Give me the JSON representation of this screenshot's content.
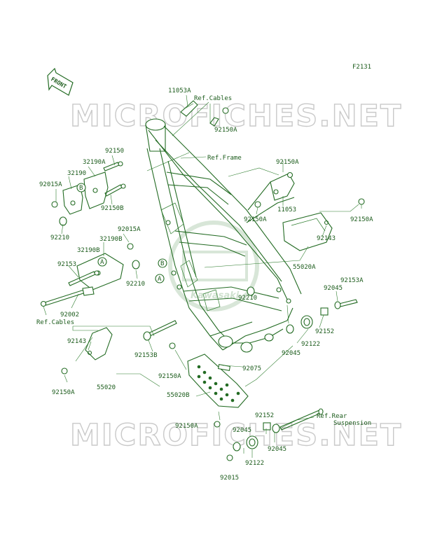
{
  "figure_code": "F2131",
  "front_label": "FRONT",
  "watermark": "MICROFICHES.NET",
  "center_logo": "Kawasaki",
  "labels": {
    "p11053A": "11053A",
    "refCablesTop": "Ref.Cables",
    "p92150A_a": "92150A",
    "refFrame": "Ref.Frame",
    "p92150": "92150",
    "p32190A": "32190A",
    "p32190": "32190",
    "p92015A_a": "92015A",
    "p92150B": "92150B",
    "p92210_a": "92210",
    "p92015A_b": "92015A",
    "p32190B": "32190B",
    "p92153": "92153",
    "p92210_b": "92210",
    "p92002": "92002",
    "refCablesLeft": "Ref.Cables",
    "p92143_a": "92143",
    "p92150A_b": "92150A",
    "p55020": "55020",
    "p92153B": "92153B",
    "p92150A_c": "92150A",
    "p55020B": "55020B",
    "p92150A_d": "92150A",
    "p92045_a": "92045",
    "p92122_a": "92122",
    "p92015": "92015",
    "p92152_a": "92152",
    "p92045_b": "92045",
    "refRear": "Ref.Rear",
    "suspension": "Suspension",
    "p92075": "92075",
    "p92045_c": "92045",
    "p92122_b": "92122",
    "p92152_b": "92152",
    "p92045_d": "92045",
    "p92153A": "92153A",
    "p92210_c": "92210",
    "p55020A": "55020A",
    "p92143_b": "92143",
    "p92150A_e": "92150A",
    "p92150A_f": "92150A",
    "p11053": "11053",
    "p92150A_g": "92150A",
    "markA": "A",
    "markB": "B"
  }
}
